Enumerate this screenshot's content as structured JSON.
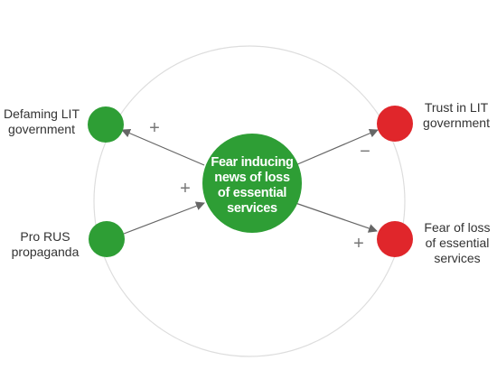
{
  "nodes": {
    "center": {
      "label": "Fear inducing\nnews of loss\nof essential\nservices",
      "color": "#2e9e35"
    },
    "defaming": {
      "label": "Defaming LIT\ngovernment",
      "color": "#2e9e35"
    },
    "pro_rus": {
      "label": "Pro RUS\npropaganda",
      "color": "#2e9e35"
    },
    "trust": {
      "label": "Trust in LIT\ngovernment",
      "color": "#e0262b"
    },
    "fear_loss": {
      "label": "Fear of loss\nof essential\nservices",
      "color": "#e0262b"
    }
  },
  "links": {
    "center_to_defaming": {
      "sign": "+"
    },
    "pro_rus_to_center": {
      "sign": "+"
    },
    "center_to_trust": {
      "sign": "−"
    },
    "center_to_fear_loss": {
      "sign": "+"
    }
  },
  "colors": {
    "boundary": "#dddddd",
    "arrow": "#666666",
    "sign": "#777777"
  }
}
